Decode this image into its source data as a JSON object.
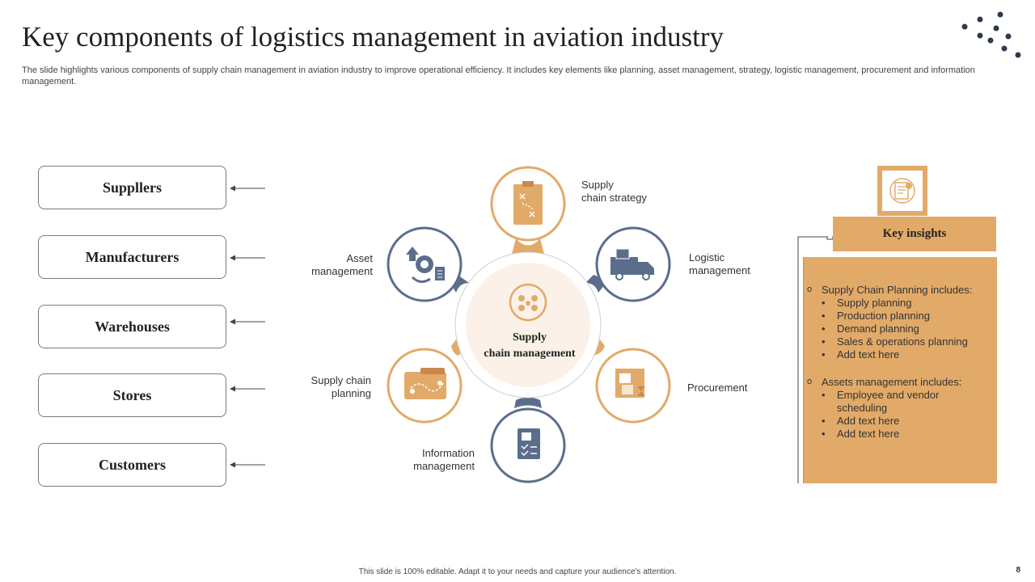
{
  "header": {
    "title": "Key components of logistics management in aviation industry",
    "subtitle": "The slide highlights various components of supply chain management in aviation industry to improve operational efficiency. It includes key elements like planning, asset management, strategy, logistic management, procurement and information management."
  },
  "left_boxes": [
    "Suppllers",
    "Manufacturers",
    "Warehouses",
    "Stores",
    "Customers"
  ],
  "hub": {
    "center": [
      "Supply",
      "chain management"
    ],
    "nodes": [
      {
        "label": [
          "Supply",
          "chain strategy"
        ],
        "icon": "clipboard-plan-icon",
        "color": "#e2aa68"
      },
      {
        "label": [
          "Logistic",
          "management"
        ],
        "icon": "delivery-truck-icon",
        "color": "#5a6e8c"
      },
      {
        "label": [
          "Procurement"
        ],
        "icon": "procurement-boxes-icon",
        "color": "#e2aa68"
      },
      {
        "label": [
          "Information",
          "management"
        ],
        "icon": "document-checklist-icon",
        "color": "#5a6e8c"
      },
      {
        "label": [
          "Supply chain",
          "planning"
        ],
        "icon": "blueprint-map-icon",
        "color": "#e2aa68"
      },
      {
        "label": [
          "Asset",
          "management"
        ],
        "icon": "asset-gear-cycle-icon",
        "color": "#5a6e8c"
      }
    ]
  },
  "insights": {
    "heading": "Key insights",
    "sections": [
      {
        "title": "Supply Chain Planning includes:",
        "items": [
          "Supply planning",
          "Production planning",
          "Demand planning",
          "Sales & operations planning",
          "Add text here"
        ]
      },
      {
        "title": "Assets management includes:",
        "items": [
          "Employee and vendor scheduling",
          "Add text here",
          "Add text here"
        ]
      }
    ]
  },
  "footer": {
    "note": "This slide is 100% editable. Adapt it to your needs and capture your audience's attention.",
    "page": "8"
  },
  "colors": {
    "gold": "#e2aa68",
    "slate": "#5a6e8c",
    "center_fill": "#fbf1e8"
  }
}
